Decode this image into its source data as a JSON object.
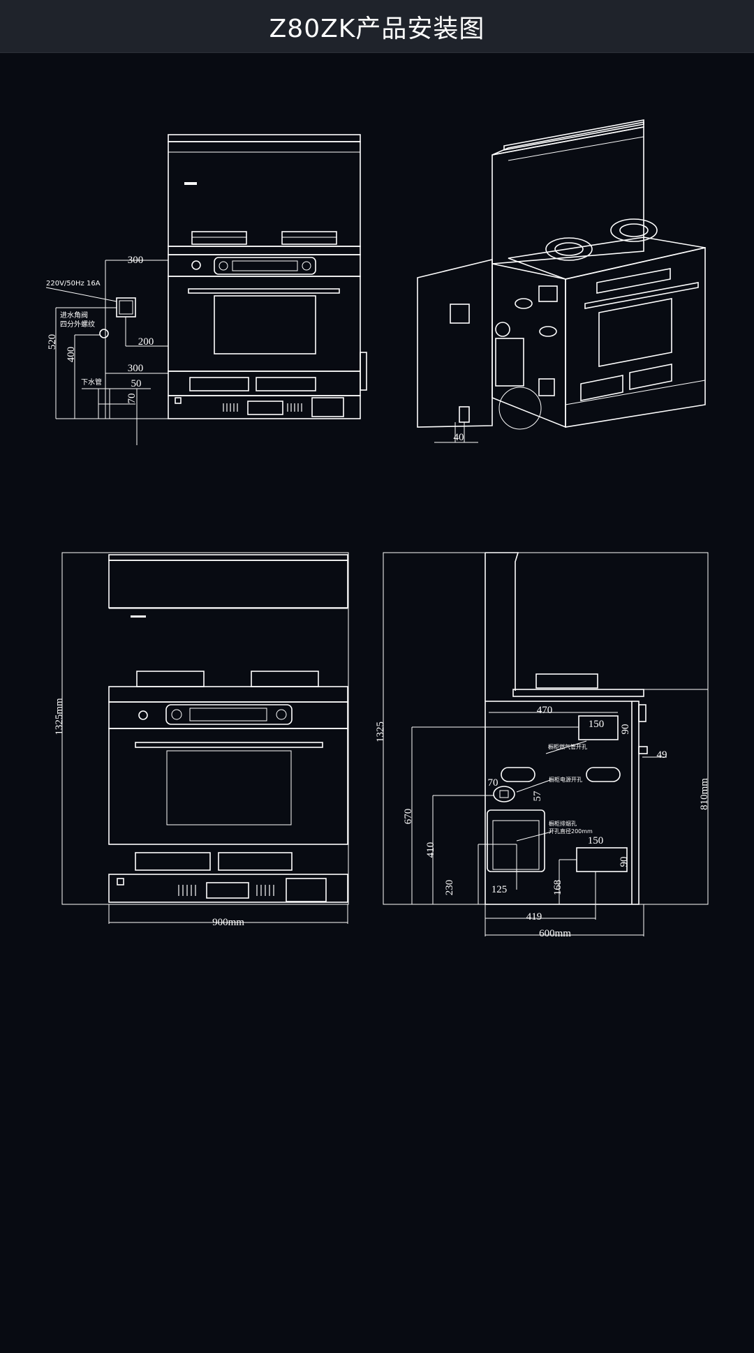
{
  "header": {
    "title": "Z80ZK产品安装图"
  },
  "front_install": {
    "power_label": "220V/50Hz 16A",
    "valve_label_1": "进水角阀",
    "valve_label_2": "四分外螺纹",
    "drain_label": "下水管",
    "dims": {
      "top": "300",
      "socket": "200",
      "middle": "300",
      "h520": "520",
      "h400": "400",
      "drain_w": "50",
      "drain_h": "70"
    }
  },
  "iso_view": {
    "dim": "40"
  },
  "front_view": {
    "width": "900mm",
    "height": "1325mm"
  },
  "side_view": {
    "height": "1325",
    "cabinet_h": "810mm",
    "depth": "600mm",
    "gas_label": "橱柜燃气管开孔",
    "power_label": "橱柜电源开孔",
    "vent_label_1": "橱柜排烟孔",
    "vent_label_2": "开孔直径200mm",
    "dims": {
      "d470": "470",
      "w150a": "150",
      "h90a": "90",
      "d49": "49",
      "d70": "70",
      "d57": "57",
      "h670": "670",
      "h410": "410",
      "h230": "230",
      "w125": "125",
      "h168": "168",
      "w150b": "150",
      "h90b": "90",
      "d419": "419"
    }
  }
}
